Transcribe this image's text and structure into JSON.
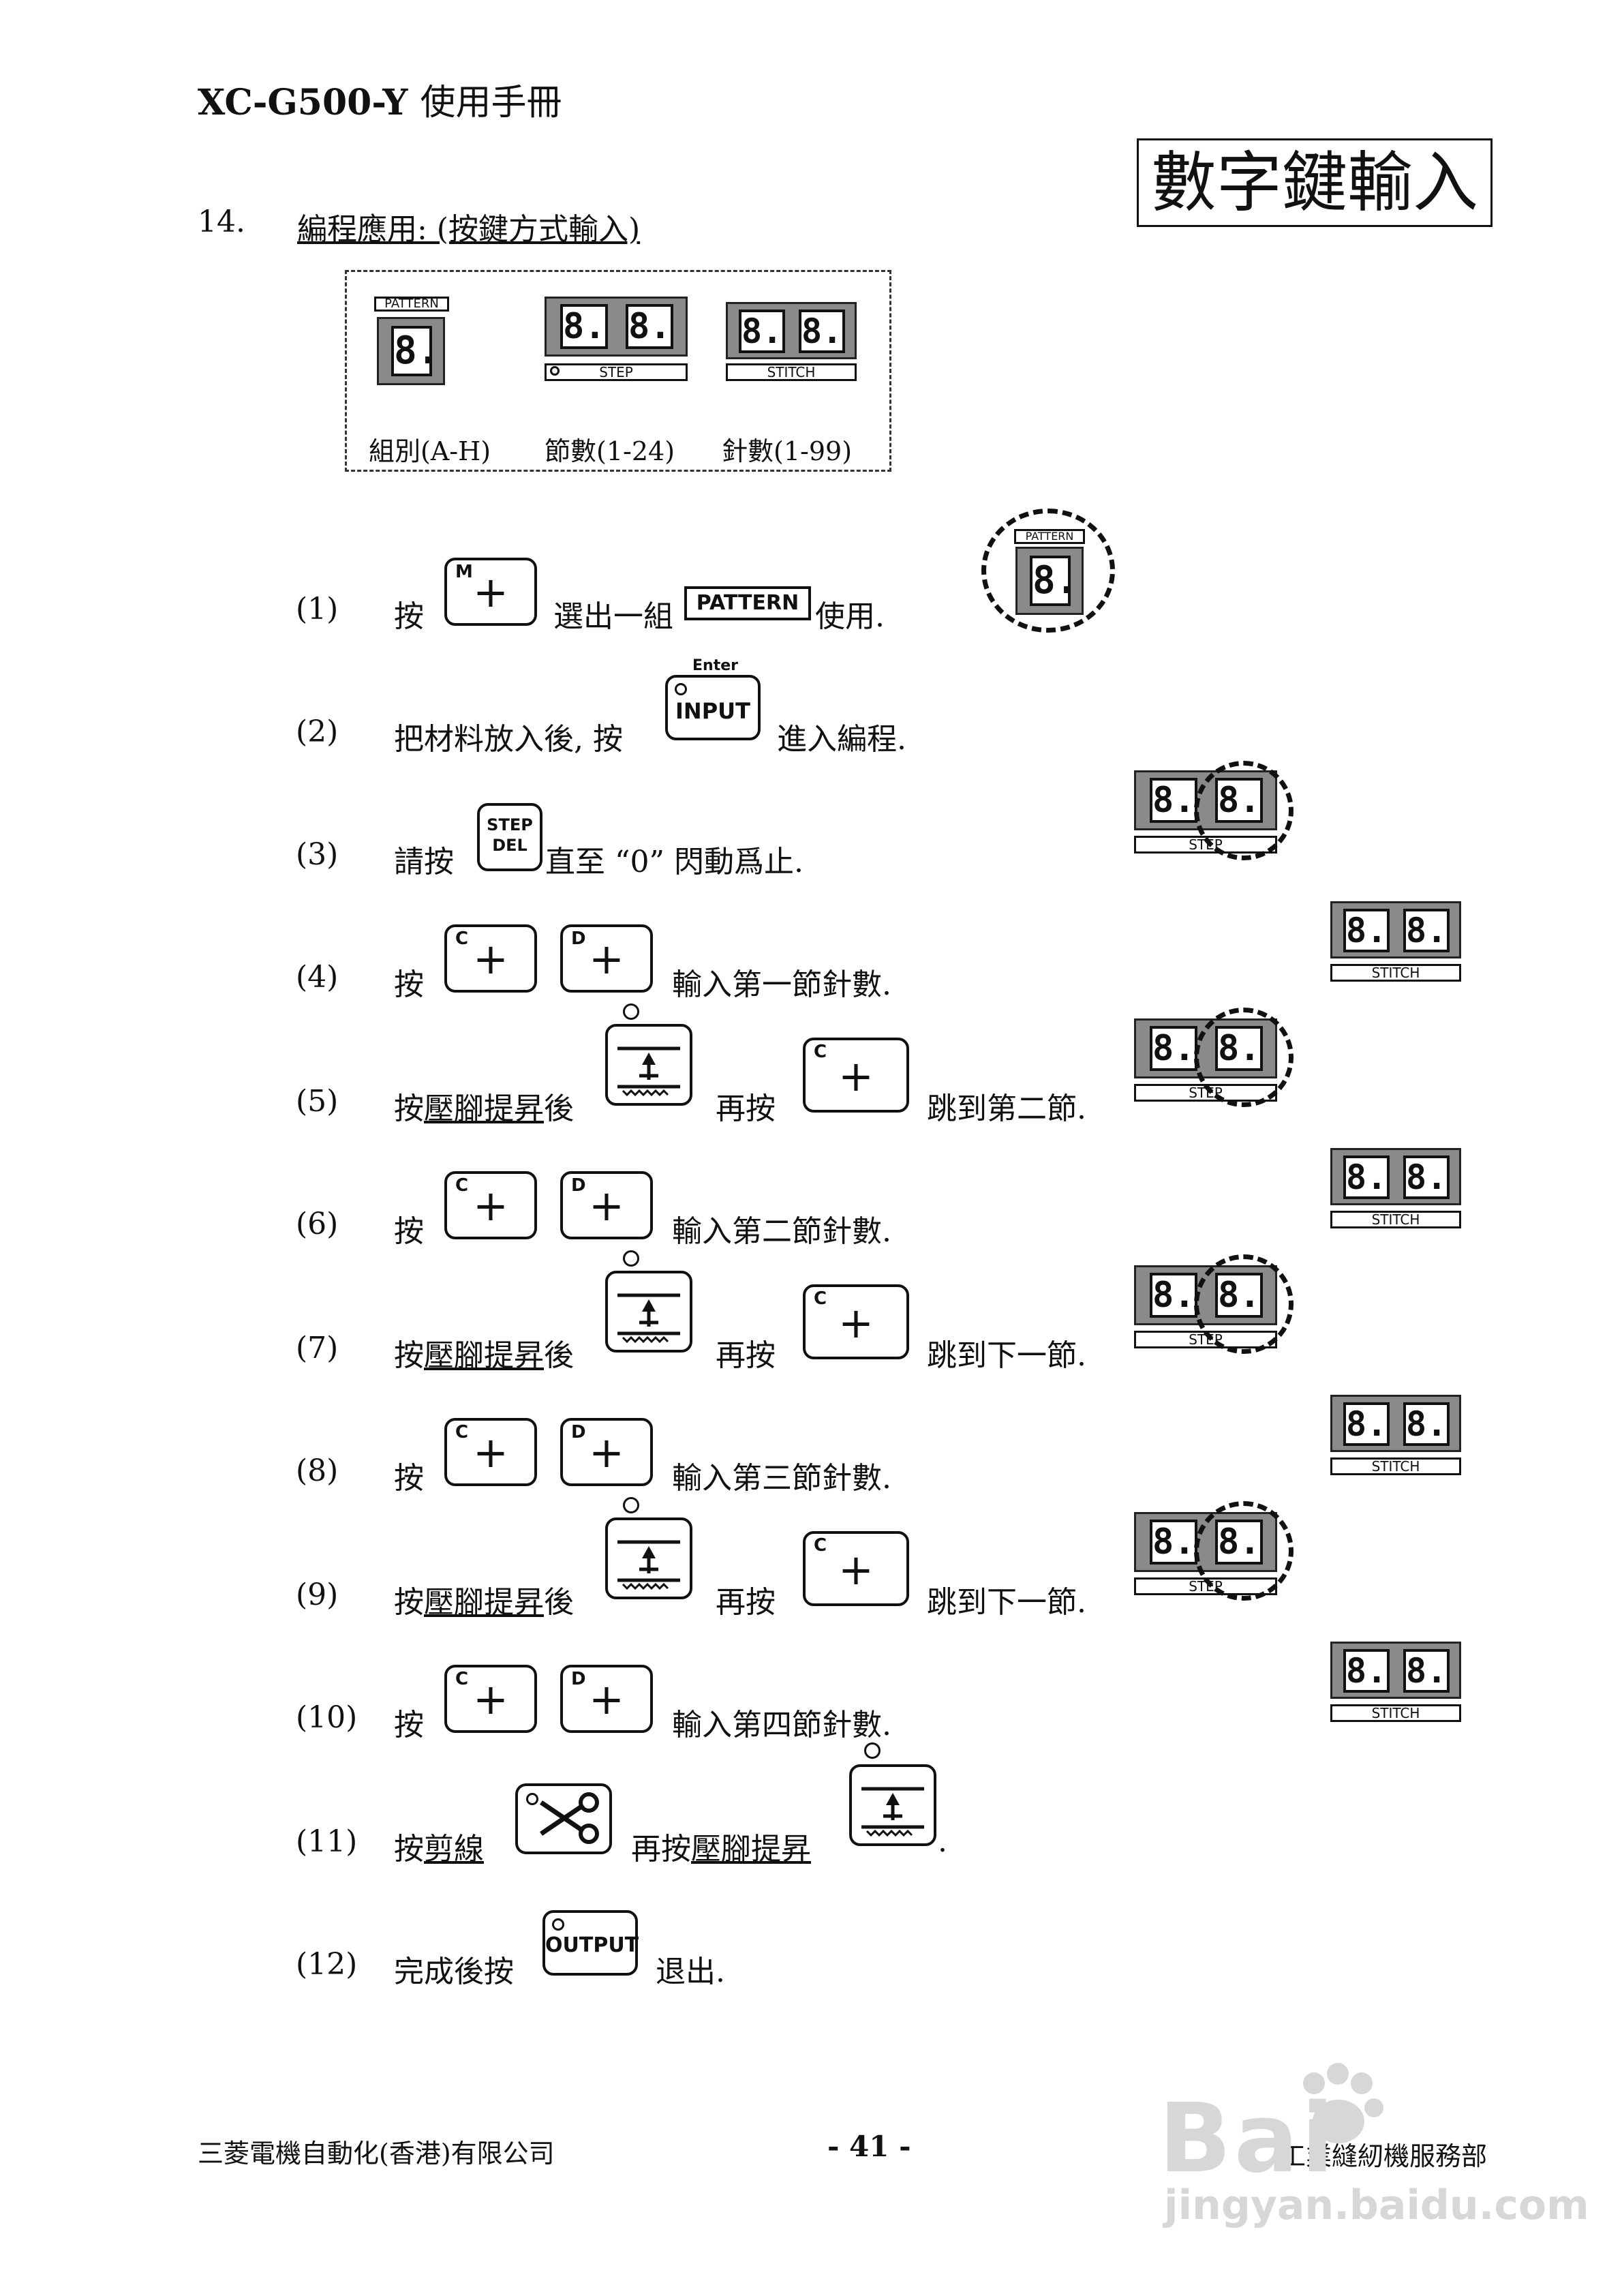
{
  "header": {
    "model": "XC-G500-Y",
    "title_cn": "使用手冊"
  },
  "title_box": "數字鍵輸入",
  "section": {
    "number": "14.",
    "title": "編程應用: (按鍵方式輸入)"
  },
  "legend": {
    "pattern_tag": "PATTERN",
    "step_tag": "STEP",
    "stitch_tag": "STITCH",
    "digit": "8.",
    "labels": [
      "組別(A-H)",
      "節數(1-24)",
      "針數(1-99)"
    ]
  },
  "keys": {
    "m": "M",
    "c": "C",
    "d": "D",
    "plus": "+",
    "enter": "Enter",
    "input": "INPUT",
    "step_del_1": "STEP",
    "step_del_2": "DEL",
    "output": "OUTPUT",
    "pattern_label": "PATTERN"
  },
  "steps": [
    {
      "num": "(1)",
      "pre": "按",
      "post": "選出一組",
      "post2": "使用."
    },
    {
      "num": "(2)",
      "pre": "把材料放入後, 按",
      "post": "進入編程."
    },
    {
      "num": "(3)",
      "pre": "請按",
      "post": "直至 “0” 閃動爲止."
    },
    {
      "num": "(4)",
      "pre": "按",
      "post": "輸入第一節針數."
    },
    {
      "num": "(5)",
      "pre": "按",
      "u": "壓腳提昇",
      "pre2": "後",
      "mid": "再按",
      "post": "跳到第二節."
    },
    {
      "num": "(6)",
      "pre": "按",
      "post": "輸入第二節針數."
    },
    {
      "num": "(7)",
      "pre": "按",
      "u": "壓腳提昇",
      "pre2": "後",
      "mid": "再按",
      "post": "跳到下一節."
    },
    {
      "num": "(8)",
      "pre": "按",
      "post": "輸入第三節針數."
    },
    {
      "num": "(9)",
      "pre": "按",
      "u": "壓腳提昇",
      "pre2": "後",
      "mid": "再按",
      "post": "跳到下一節."
    },
    {
      "num": "(10)",
      "pre": "按",
      "post": "輸入第四節針數."
    },
    {
      "num": "(11)",
      "pre": "按",
      "u": "剪線",
      "mid": "再按",
      "u2": "壓腳提昇",
      "post": "."
    },
    {
      "num": "(12)",
      "pre": "完成後按",
      "post": "退出."
    }
  ],
  "footer": {
    "left": "三菱電機自動化(香港)有限公司",
    "center": "- 41 -",
    "right": "工業縫紉機服務部"
  },
  "watermark": {
    "brand": "Bai",
    "url": "jingyan.baidu.com"
  }
}
